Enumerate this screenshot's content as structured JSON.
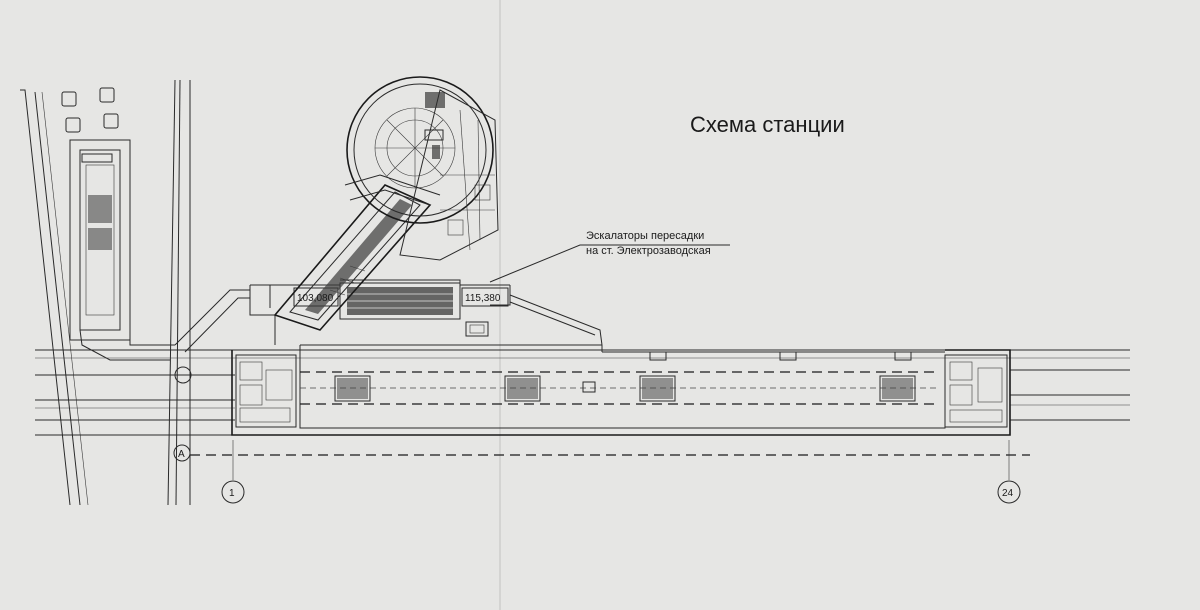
{
  "title": "Схема станции",
  "callout": {
    "line1": "Эскалаторы пересадки",
    "line2": "на ст. Электрозаводская"
  },
  "elevations": {
    "left": "103,080",
    "right": "115,380"
  },
  "axes": {
    "row_a": "A",
    "col_1": "1",
    "col_24": "24"
  }
}
